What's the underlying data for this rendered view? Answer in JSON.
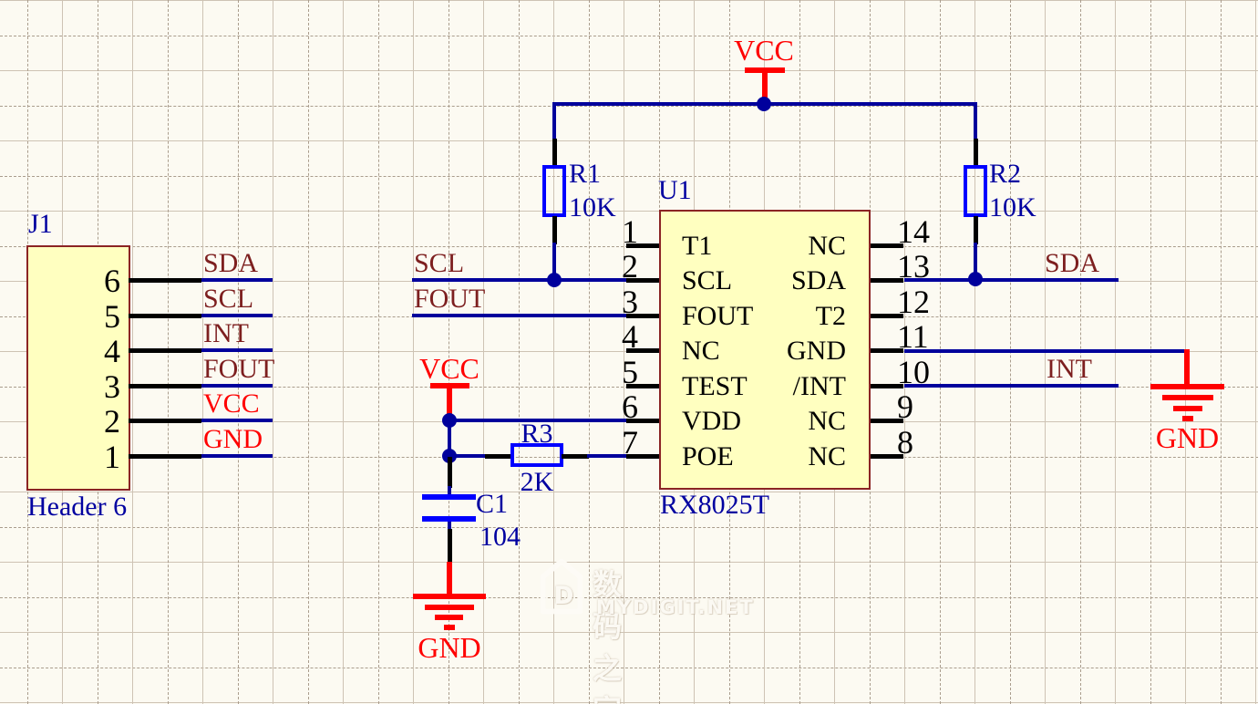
{
  "j1": {
    "designator": "J1",
    "part": "Header 6",
    "pins": [
      {
        "number": "6",
        "net": "SDA"
      },
      {
        "number": "5",
        "net": "SCL"
      },
      {
        "number": "4",
        "net": "INT"
      },
      {
        "number": "3",
        "net": "FOUT"
      },
      {
        "number": "2",
        "net": "VCC"
      },
      {
        "number": "1",
        "net": "GND"
      }
    ]
  },
  "u1": {
    "designator": "U1",
    "part": "RX8025T",
    "left_pins": [
      {
        "number": "1",
        "name": "T1"
      },
      {
        "number": "2",
        "name": "SCL"
      },
      {
        "number": "3",
        "name": "FOUT"
      },
      {
        "number": "4",
        "name": "NC"
      },
      {
        "number": "5",
        "name": "TEST"
      },
      {
        "number": "6",
        "name": "VDD"
      },
      {
        "number": "7",
        "name": "POE"
      }
    ],
    "right_pins": [
      {
        "number": "14",
        "name": "NC"
      },
      {
        "number": "13",
        "name": "SDA"
      },
      {
        "number": "12",
        "name": "T2"
      },
      {
        "number": "11",
        "name": "GND"
      },
      {
        "number": "10",
        "name": "/INT"
      },
      {
        "number": "9",
        "name": "NC"
      },
      {
        "number": "8",
        "name": "NC"
      }
    ]
  },
  "r1": {
    "designator": "R1",
    "value": "10K"
  },
  "r2": {
    "designator": "R2",
    "value": "10K"
  },
  "r3": {
    "designator": "R3",
    "value": "2K"
  },
  "c1": {
    "designator": "C1",
    "value": "104"
  },
  "power": {
    "vcc_top": "VCC",
    "vcc_mid": "VCC",
    "gnd_right": "GND",
    "gnd_bottom": "GND"
  },
  "nets": {
    "scl": "SCL",
    "fout": "FOUT",
    "sda": "SDA",
    "int": "INT"
  },
  "watermark": {
    "cn": "数码之家",
    "en": "MYDIGIT.NET"
  },
  "colors": {
    "background": "#FCFAF2",
    "wire": "#00009C",
    "component": "#0000FF",
    "designator_text": "#0000A0",
    "net_label": "#7D1F1F",
    "power_label": "#FF0000",
    "part_fill": "#FFFFC0",
    "part_border": "#8B2424"
  }
}
